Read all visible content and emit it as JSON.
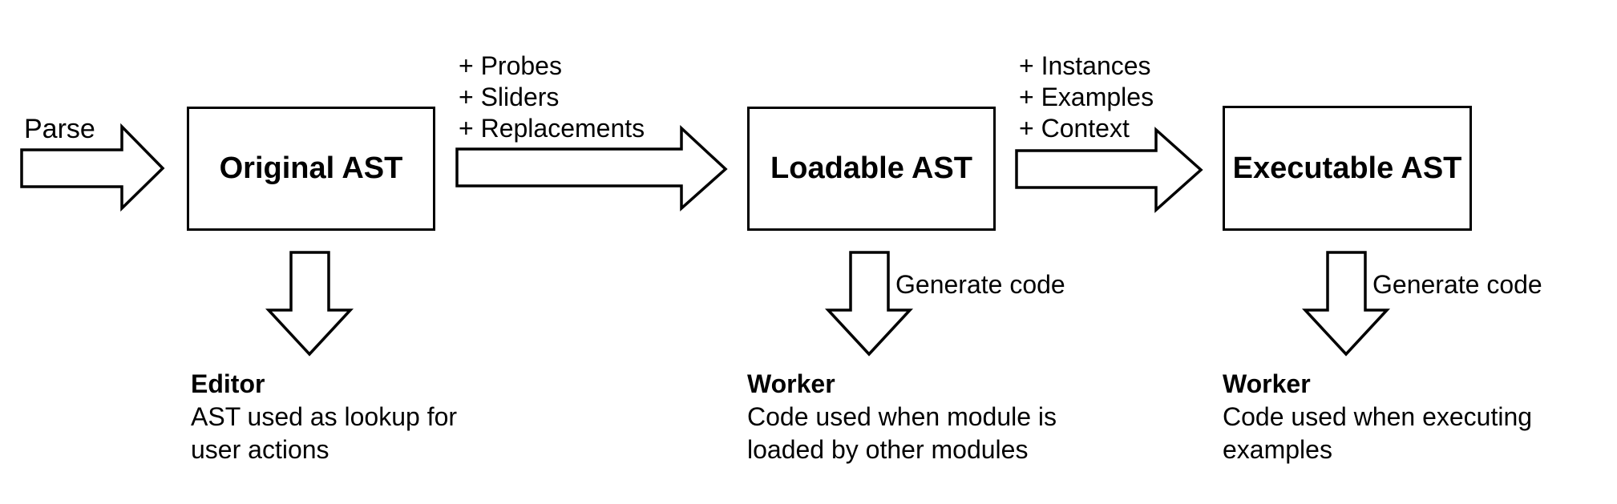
{
  "diagram": {
    "background_color": "#ffffff",
    "line_color": "#000000",
    "parse_arrow_label": "Parse",
    "boxes": {
      "original": "Original AST",
      "loadable": "Loadable AST",
      "executable": "Executable AST"
    },
    "to_loadable_labels": [
      "+ Probes",
      "+ Sliders",
      "+ Replacements"
    ],
    "to_executable_labels": [
      "+ Instances",
      "+ Examples",
      "+ Context"
    ],
    "generate_code_loadable": "Generate code",
    "generate_code_executable": "Generate code",
    "outputs": {
      "editor": {
        "heading": "Editor",
        "line1": "AST used as lookup for",
        "line2": "user actions"
      },
      "worker_loadable": {
        "heading": "Worker",
        "line1": "Code used when module is",
        "line2": "loaded by other modules"
      },
      "worker_executable": {
        "heading": "Worker",
        "line1": "Code used when executing",
        "line2": "examples"
      }
    }
  }
}
